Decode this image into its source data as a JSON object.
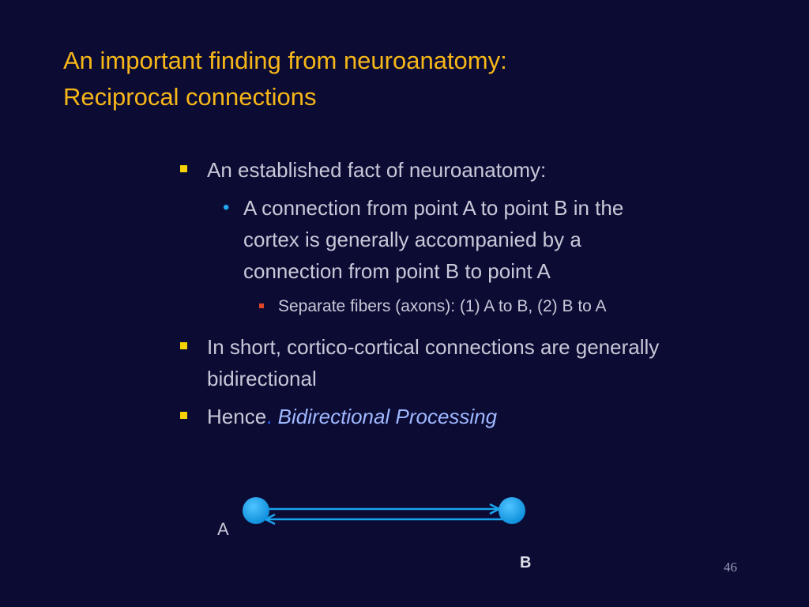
{
  "title": {
    "line1": "An important finding from neuroanatomy:",
    "line2": "Reciprocal connections"
  },
  "bullets": {
    "b1": "An established fact of neuroanatomy:",
    "b1_sub": "A connection from point A to point B in the cortex is generally accompanied by a connection from point B to point A",
    "b1_subsub": "Separate fibers (axons): (1) A to B, (2) B to A",
    "b2": "In short, cortico-cortical connections are generally bidirectional",
    "b3_prefix": "Hence",
    "b3_sep": ".",
    "b3_emphasis": "Bidirectional Processing"
  },
  "diagram": {
    "label_a": "A",
    "label_b": "B",
    "node_color": "#1da7f2",
    "arrow_color": "#1aa3ec"
  },
  "colors": {
    "background": "#0b0b34",
    "title": "#f7b718",
    "body_text": "#c8c8d8",
    "level1_marker": "#f5d200",
    "level2_marker": "#21a8ee",
    "level3_marker": "#e04528",
    "emphasis": "#9fb8ff"
  },
  "page_number": "46"
}
